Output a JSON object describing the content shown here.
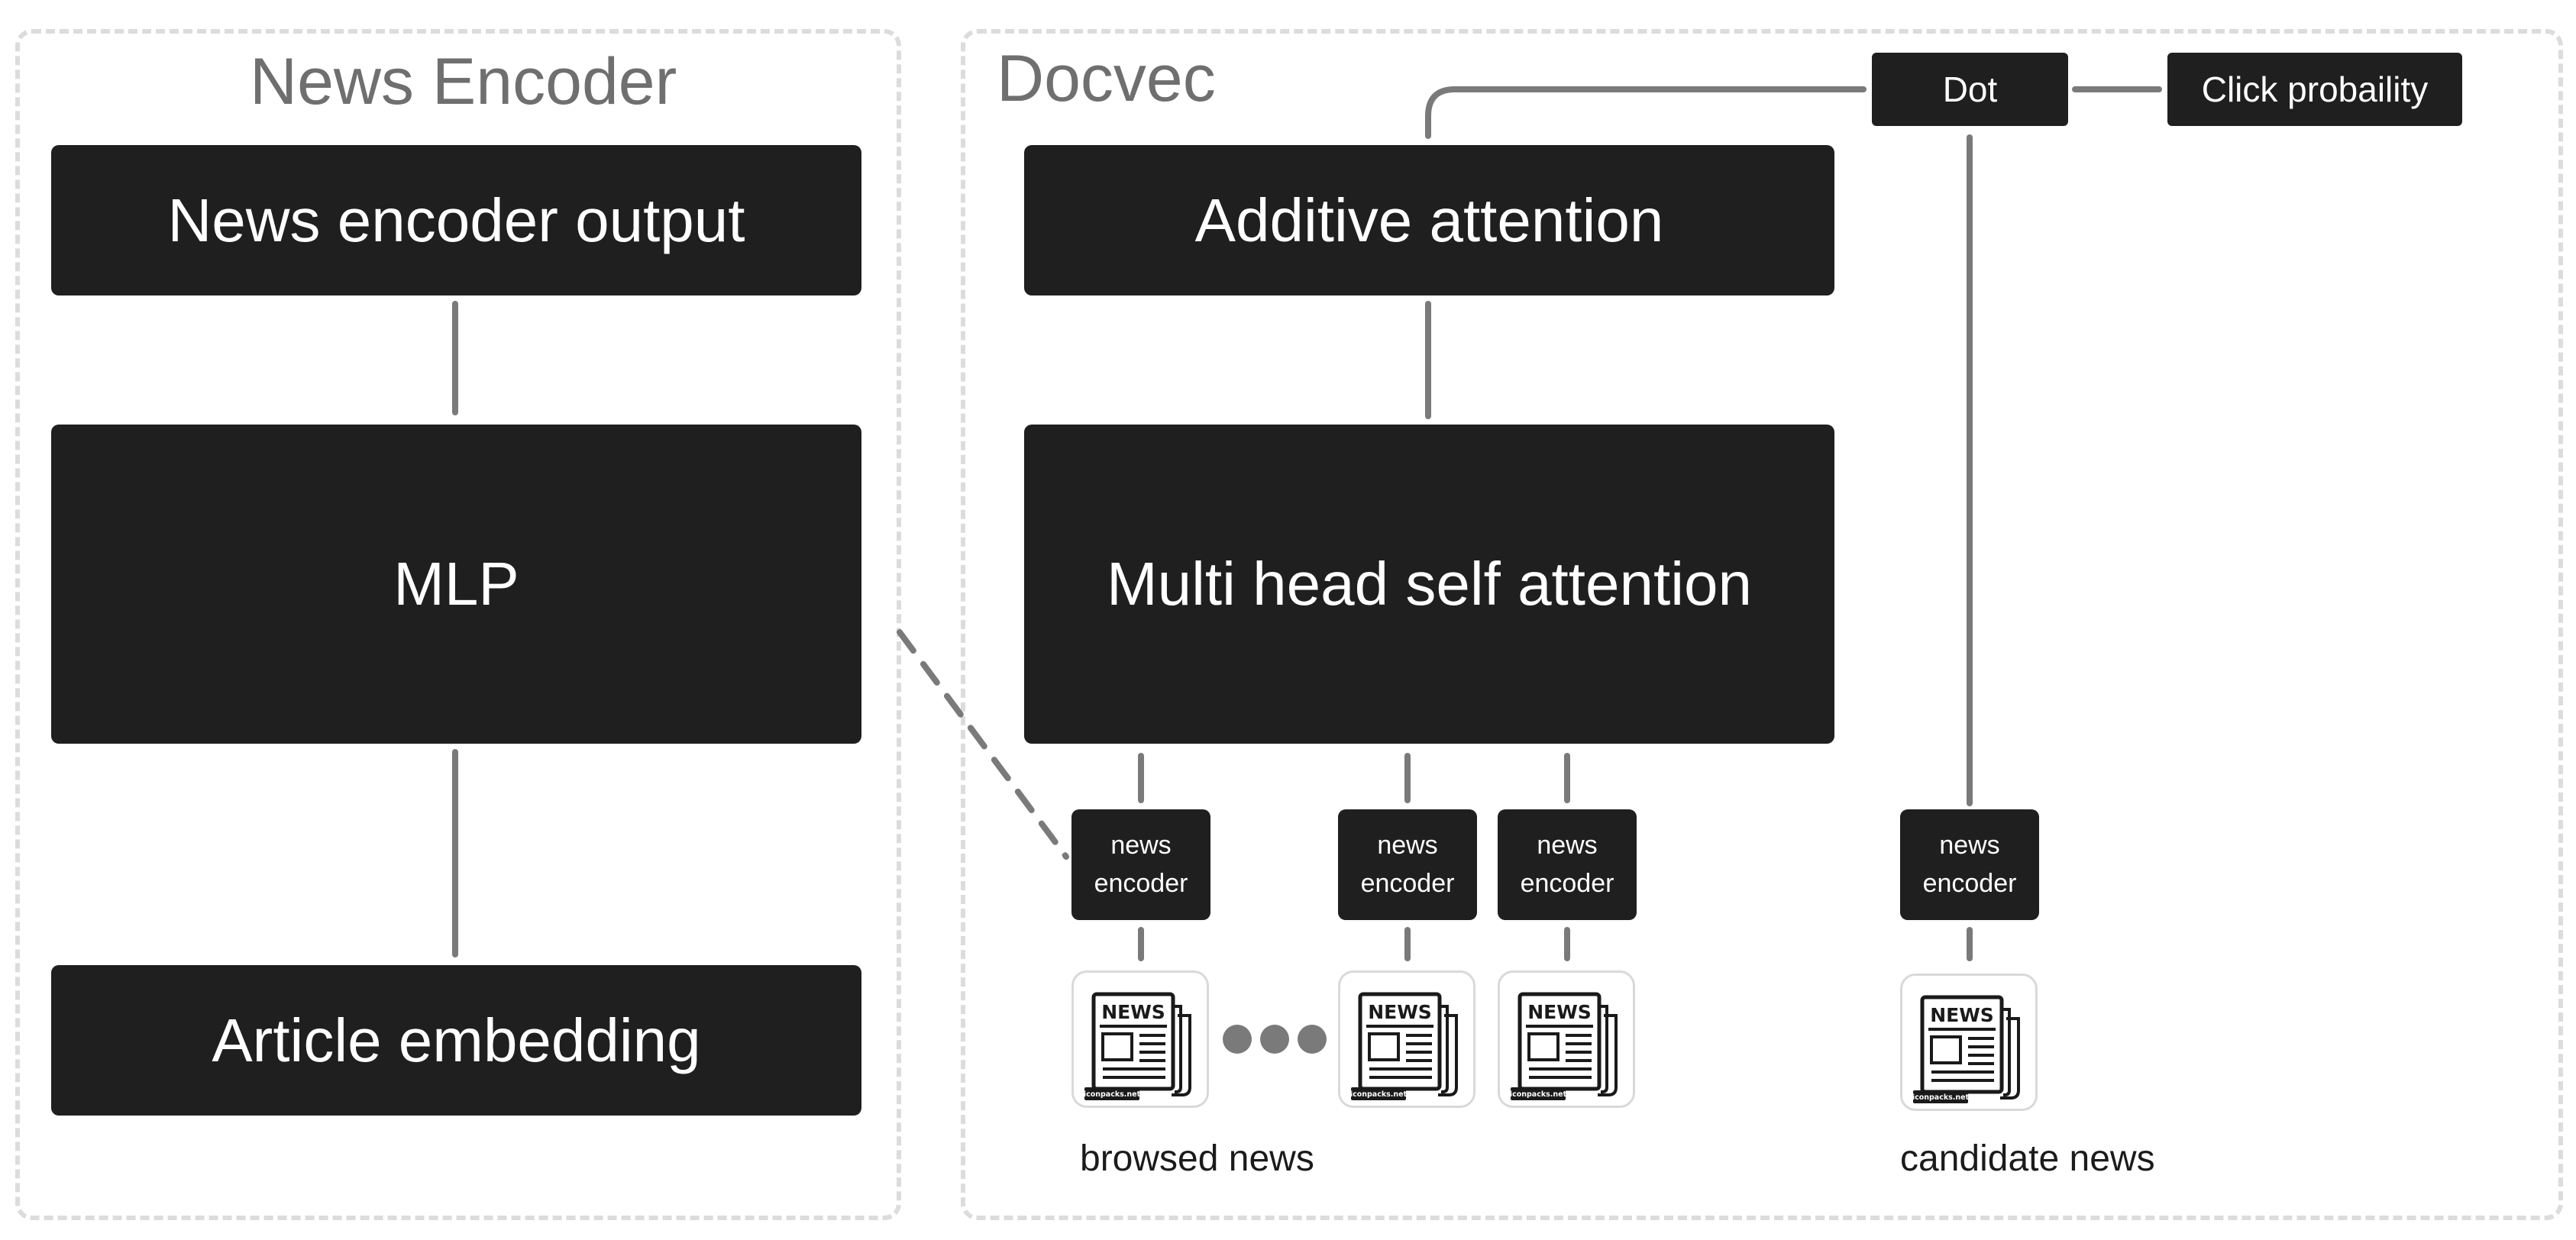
{
  "colors": {
    "block_fill": "#1f1f1f",
    "block_text": "#ffffff",
    "arrow": "#7a7a7a",
    "panel_border": "#dcdcdc",
    "panel_title": "#6f6f6f"
  },
  "news_encoder_panel": {
    "title": "News Encoder",
    "blocks": {
      "output": "News encoder output",
      "mlp": "MLP",
      "embedding": "Article embedding"
    }
  },
  "docvec_panel": {
    "title": "Docvec",
    "blocks": {
      "additive_attention": "Additive attention",
      "multi_head": "Multi head self attention",
      "dot": "Dot",
      "click_probability": "Click probaility"
    },
    "encoders": [
      {
        "line1": "news",
        "line2": "encoder"
      },
      {
        "line1": "news",
        "line2": "encoder"
      },
      {
        "line1": "news",
        "line2": "encoder"
      },
      {
        "line1": "news",
        "line2": "encoder"
      }
    ],
    "news_icon": {
      "icon": "newspaper-icon",
      "headline": "NEWS",
      "credit": "iconpacks.net"
    },
    "captions": {
      "browsed": "browsed news",
      "candidate": "candidate news"
    }
  }
}
